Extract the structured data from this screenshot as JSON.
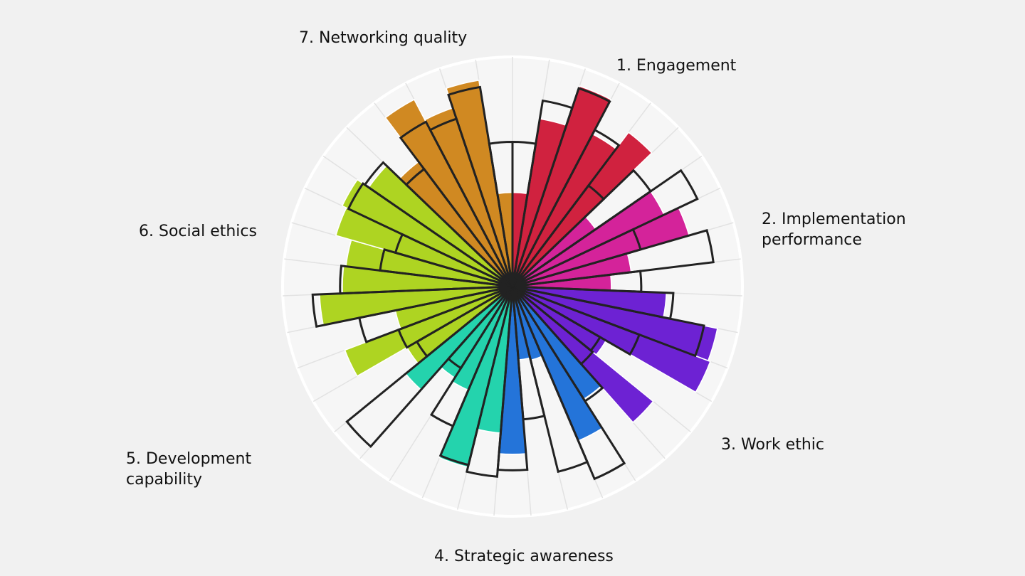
{
  "chart_data": {
    "type": "polar-bar",
    "title": "",
    "max_value": 100,
    "grid": true,
    "groups": [
      {
        "name_lines": [
          "1. Engagement"
        ],
        "color": "#d0223f",
        "values": [
          41,
          74,
          92,
          75,
          84
        ],
        "targets": [
          63,
          82,
          91,
          77,
          55
        ]
      },
      {
        "name_lines": [
          "2. Implementation",
          "performance"
        ],
        "color": "#d4239a",
        "values": [
          44,
          73,
          80,
          52,
          43
        ],
        "targets": [
          73,
          89,
          58,
          88,
          56
        ]
      },
      {
        "name_lines": [
          "3. Work ethic"
        ],
        "color": "#6d22d3",
        "values": [
          67,
          91,
          92,
          47,
          79
        ],
        "targets": [
          70,
          85,
          59,
          44,
          45
        ]
      },
      {
        "name_lines": [
          "4. Strategic awareness"
        ],
        "color": "#2474d9",
        "values": [
          58,
          73,
          33,
          32,
          73
        ],
        "targets": [
          59,
          91,
          83,
          58,
          80
        ]
      },
      {
        "name_lines": [
          "5. Development",
          "capability"
        ],
        "color": "#24d3ad",
        "values": [
          64,
          81,
          49,
          47,
          60
        ],
        "targets": [
          83,
          80,
          66,
          42,
          93
        ]
      },
      {
        "name_lines": [
          "6. Social ethics"
        ],
        "color": "#aed422",
        "values": [
          53,
          78,
          52,
          84,
          74,
          73,
          80,
          82,
          76
        ],
        "targets": [
          48,
          53,
          68,
          87,
          75,
          58,
          53,
          79,
          78
        ]
      },
      {
        "name_lines": [
          "7. Networking quality"
        ],
        "color": "#d08922",
        "values": [
          68,
          92,
          82,
          91,
          41
        ],
        "targets": [
          64,
          81,
          77,
          88,
          63
        ]
      }
    ]
  }
}
